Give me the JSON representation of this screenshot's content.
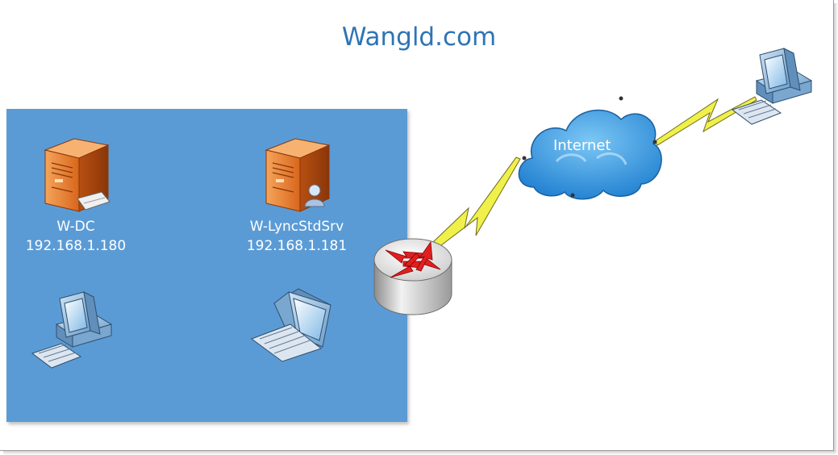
{
  "title": "Wangld.com",
  "nodes": {
    "dc": {
      "name": "W-DC",
      "ip": "192.168.1.180"
    },
    "lync": {
      "name": "W-LyncStdSrv",
      "ip": "192.168.1.181"
    },
    "internet": {
      "label": "Internet"
    }
  },
  "colors": {
    "lan_background": "#5b9bd5",
    "title": "#2e74b5",
    "server": "#e07a2b",
    "lightning": "#f0f04a",
    "router_arrows": "#e02020",
    "cloud": "#2f8fdc"
  },
  "icons": [
    "server-icon",
    "desktop-pc-icon",
    "laptop-icon",
    "router-icon",
    "cloud-icon",
    "lightning-link-icon"
  ]
}
